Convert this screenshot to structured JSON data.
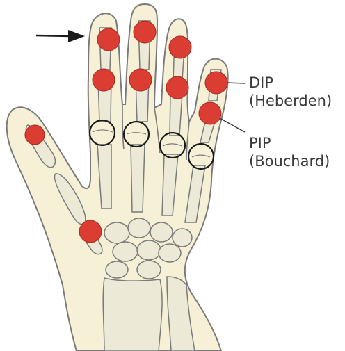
{
  "labels": {
    "dip_line1": "DIP",
    "dip_line2": "(Heberden)",
    "pip_line1": "PIP",
    "pip_line2": "(Bouchard)"
  },
  "colors": {
    "background": "#ffffff",
    "hand_fill": "#f5f0d6",
    "bone_fill": "#ece9d6",
    "outline": "#7a7a7a",
    "affected_joint": "#dc3d33",
    "spared_joint_ring": "#1a1a1a",
    "arrow": "#1a1a1a"
  },
  "markers": {
    "affected_joints": [
      "index-dip",
      "index-pip",
      "middle-dip",
      "middle-pip",
      "ring-dip",
      "ring-pip",
      "little-dip",
      "little-pip",
      "thumb-ip",
      "thumb-cmc"
    ],
    "unaffected_joints": [
      "index-mcp",
      "middle-mcp",
      "ring-mcp",
      "little-mcp"
    ]
  }
}
